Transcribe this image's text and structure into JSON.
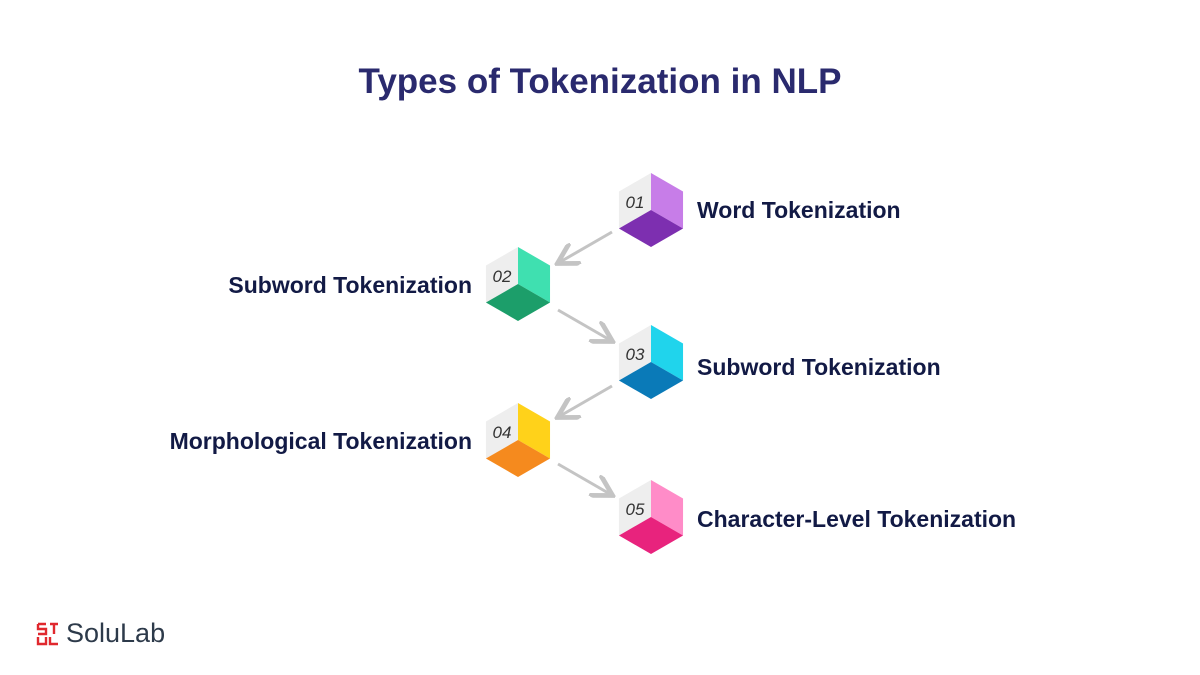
{
  "title": "Types of Tokenization in NLP",
  "steps": [
    {
      "number": "01",
      "label": "Word Tokenization",
      "color_light": "#c77de8",
      "color_dark": "#7d2fb0"
    },
    {
      "number": "02",
      "label": "Subword Tokenization",
      "color_light": "#3fe0b0",
      "color_dark": "#1c9e6a"
    },
    {
      "number": "03",
      "label": "Subword Tokenization",
      "color_light": "#20d4ec",
      "color_dark": "#0a7ab8"
    },
    {
      "number": "04",
      "label": "Morphological Tokenization",
      "color_light": "#ffd21a",
      "color_dark": "#f58a1e"
    },
    {
      "number": "05",
      "label": "Character-Level Tokenization",
      "color_light": "#ff8cc8",
      "color_dark": "#e8237d"
    }
  ],
  "brand": {
    "name": "SoluLab",
    "color": "#e0282e"
  }
}
